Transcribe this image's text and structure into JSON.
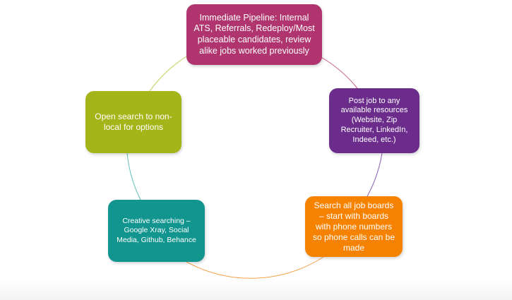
{
  "diagram": {
    "type": "cycle",
    "nodes": [
      {
        "id": "top",
        "text": "Immediate Pipeline: Internal ATS, Referrals, Redeploy/Most placeable candidates, review alike jobs worked previously",
        "color": "#b0356f"
      },
      {
        "id": "right",
        "text": "Post job to any available resources (Website, Zip Recruiter, LinkedIn, Indeed, etc.)",
        "color": "#6b2c8c"
      },
      {
        "id": "bottom-right",
        "text": "Search all job boards – start with boards with phone numbers so phone calls can be made",
        "color": "#f58200"
      },
      {
        "id": "bottom-left",
        "text": "Creative searching – Google Xray, Social Media, Github, Behance",
        "color": "#12958f"
      },
      {
        "id": "left",
        "text": "Open search to non-local for options",
        "color": "#a4b51a"
      }
    ],
    "connector_colors": [
      "#c45a8a",
      "#8a5fb0",
      "#f5a24a",
      "#5fbfb9",
      "#c4cf5a"
    ]
  }
}
